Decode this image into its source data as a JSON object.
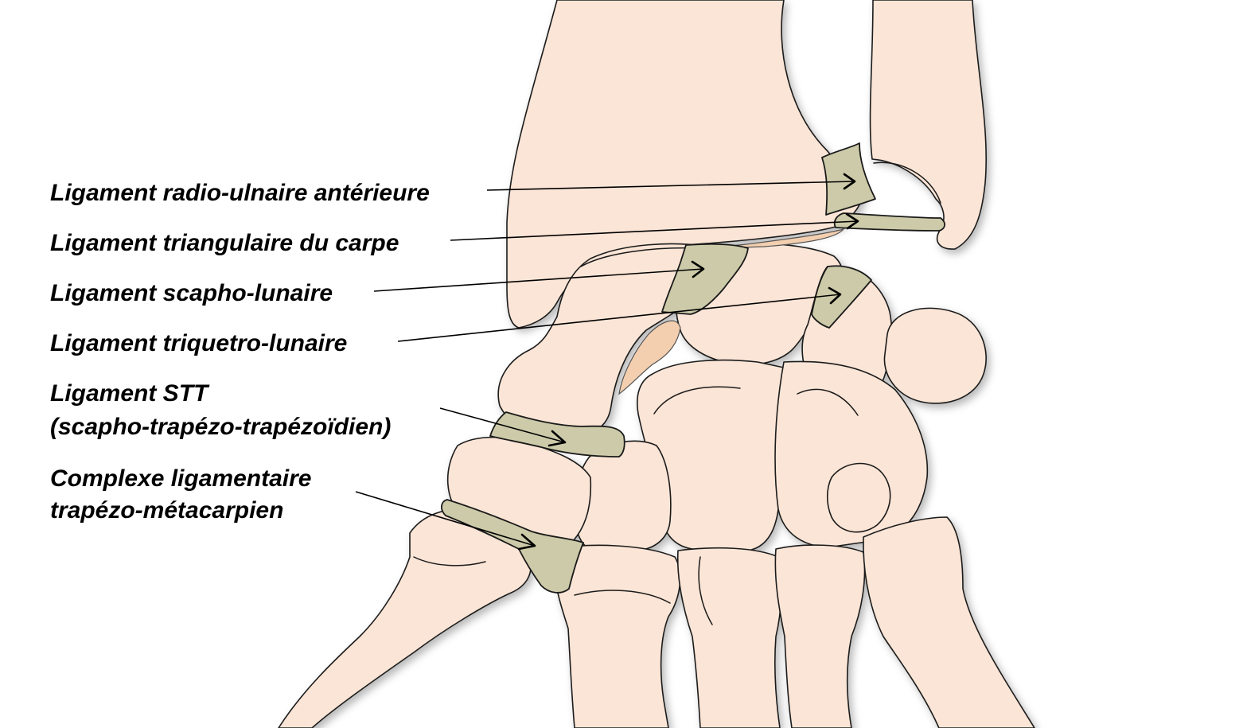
{
  "colors": {
    "bone": "#fbe5d6",
    "ligament": "#cccaa8",
    "cartilage": "#f3cfb0",
    "outline": "#1a1a1a"
  },
  "labels": [
    {
      "id": "radio-ulnaire",
      "lines": [
        "Ligament radio-ulnaire antérieure"
      ]
    },
    {
      "id": "triangulaire",
      "lines": [
        "Ligament triangulaire du carpe"
      ]
    },
    {
      "id": "scapho-lunaire",
      "lines": [
        "Ligament scapho-lunaire"
      ]
    },
    {
      "id": "triquetro-lunaire",
      "lines": [
        "Ligament triquetro-lunaire"
      ]
    },
    {
      "id": "stt",
      "lines": [
        "Ligament STT",
        "(scapho-trapézo-trapézoïdien)"
      ]
    },
    {
      "id": "trapezo-metacarpien",
      "lines": [
        "Complexe ligamentaire",
        "trapézo-métacarpien"
      ]
    }
  ]
}
